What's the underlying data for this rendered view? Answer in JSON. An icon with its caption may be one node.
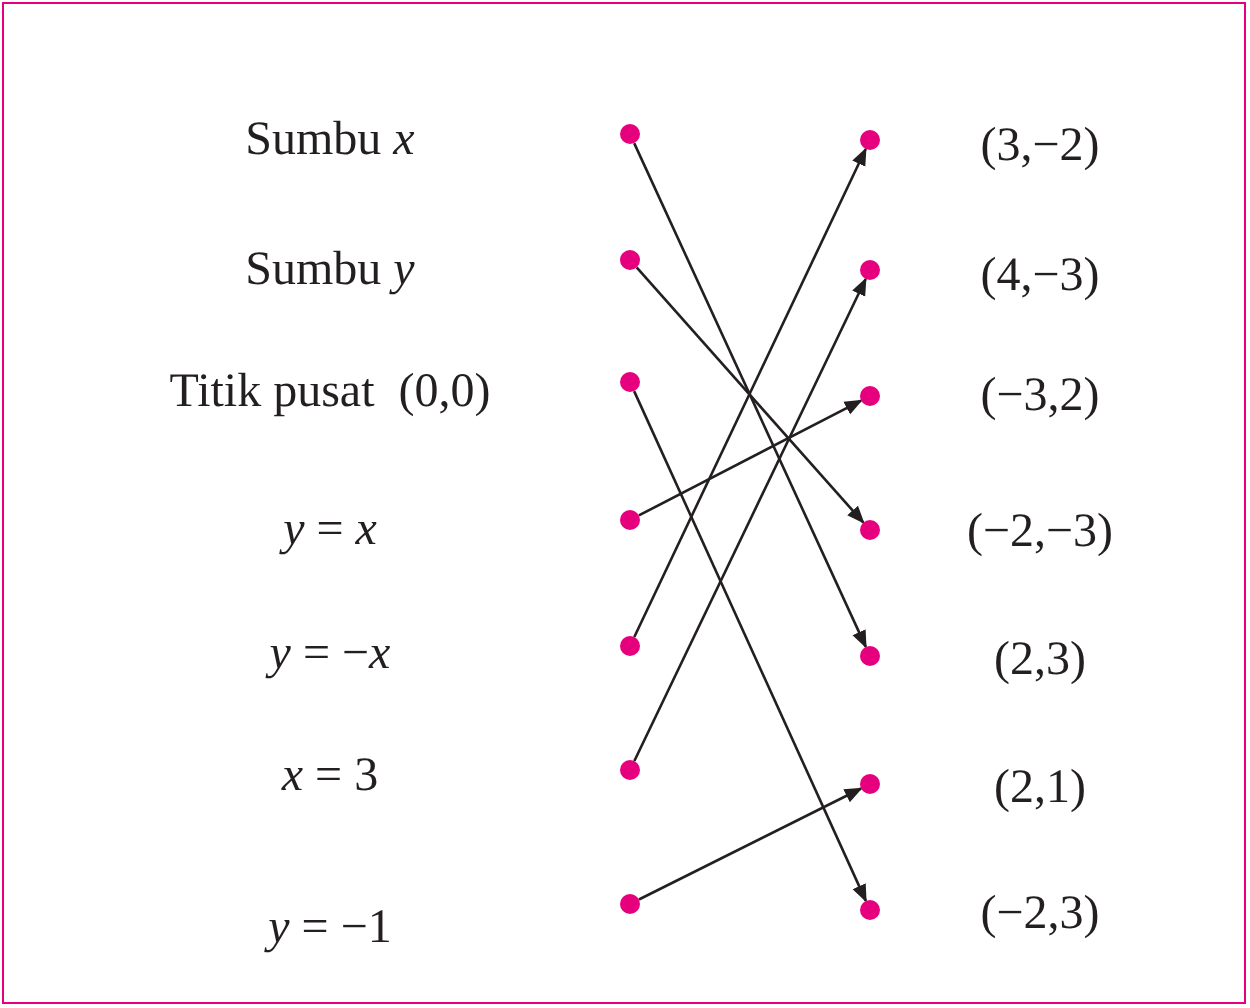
{
  "diagram": {
    "nodes": [
      {
        "text": [],
        "shape": "circle"
      },
      {
        "text": [],
        "shape": "circle"
      },
      {
        "text": [],
        "shape": "circle"
      },
      {
        "text": [],
        "shape": "circle"
      },
      {
        "text": [],
        "shape": "circle"
      },
      {
        "text": [],
        "shape": "circle"
      },
      {
        "text": [],
        "shape": "circle"
      },
      {
        "text": [],
        "shape": "circle"
      },
      {
        "text": [],
        "shape": "circle"
      },
      {
        "text": [],
        "shape": "circle"
      },
      {
        "text": [],
        "shape": "circle"
      },
      {
        "text": [],
        "shape": "circle"
      },
      {
        "text": [],
        "shape": "circle"
      },
      {
        "text": [],
        "shape": "circle"
      }
    ],
    "edges": [
      {
        "from": 0,
        "to": 11,
        "arrow": "to"
      },
      {
        "from": 1,
        "to": 10,
        "arrow": "to"
      },
      {
        "from": 2,
        "to": 13,
        "arrow": "to"
      },
      {
        "from": 3,
        "to": 9,
        "arrow": "to"
      },
      {
        "from": 4,
        "to": 7,
        "arrow": "to"
      },
      {
        "from": 5,
        "to": 8,
        "arrow": "to"
      },
      {
        "from": 6,
        "to": 12,
        "arrow": "to"
      }
    ],
    "labels": [
      "Sumbu *x*",
      "(3,−2)",
      "Sumbu *y*",
      "(4,−3)",
      "Titik pusat  (0,0)",
      "(−3,2)",
      "*y* = *x*",
      "(−2,−3)",
      "*y* = −*x*",
      "(2,3)",
      "*x* = 3",
      "(2,1)",
      "*y* = −1",
      "(−2,3)"
    ]
  }
}
